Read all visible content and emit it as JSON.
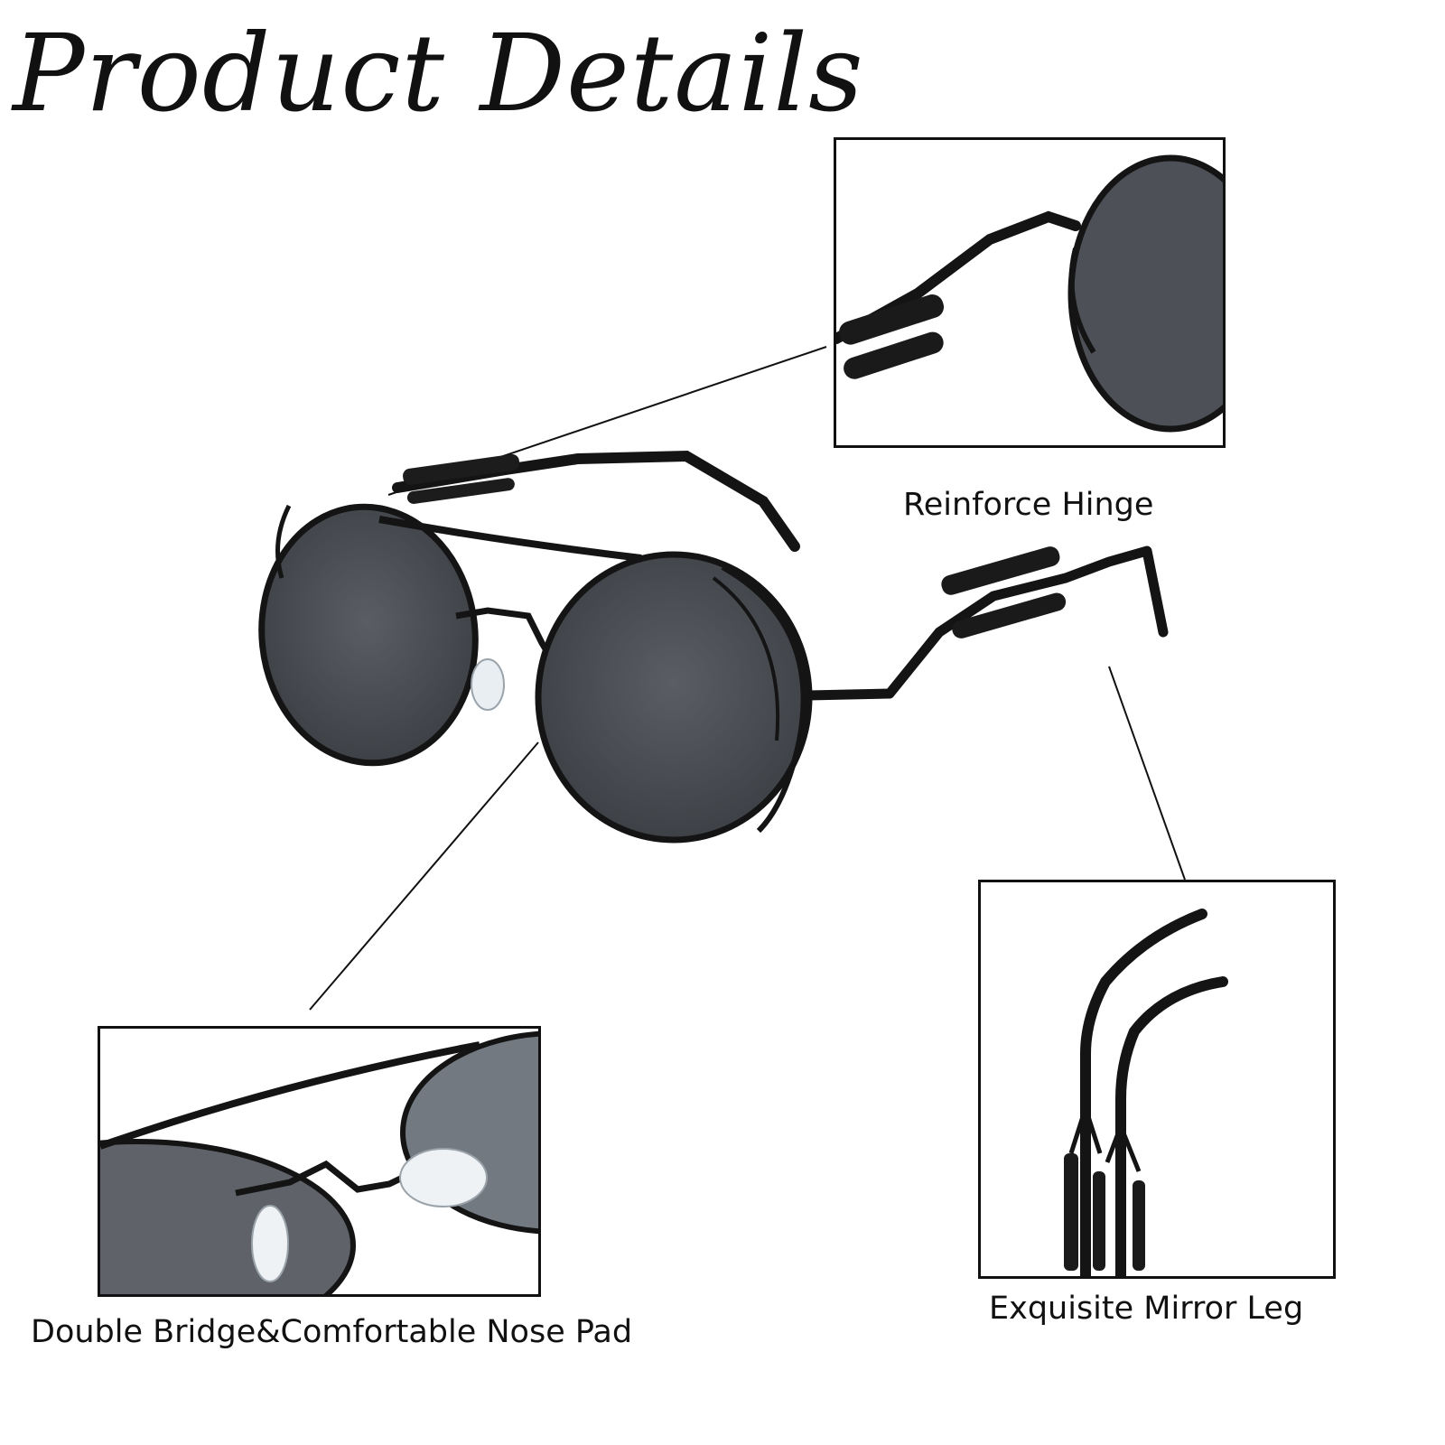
{
  "header": {
    "title": "Product Details"
  },
  "callouts": [
    {
      "label": "Reinforce Hinge"
    },
    {
      "label": "Double Bridge&Comfortable Nose Pad"
    },
    {
      "label": "Exquisite Mirror Leg"
    }
  ],
  "colors": {
    "frame": "#141414",
    "lens": "#4b4f55",
    "background": "#ffffff"
  }
}
